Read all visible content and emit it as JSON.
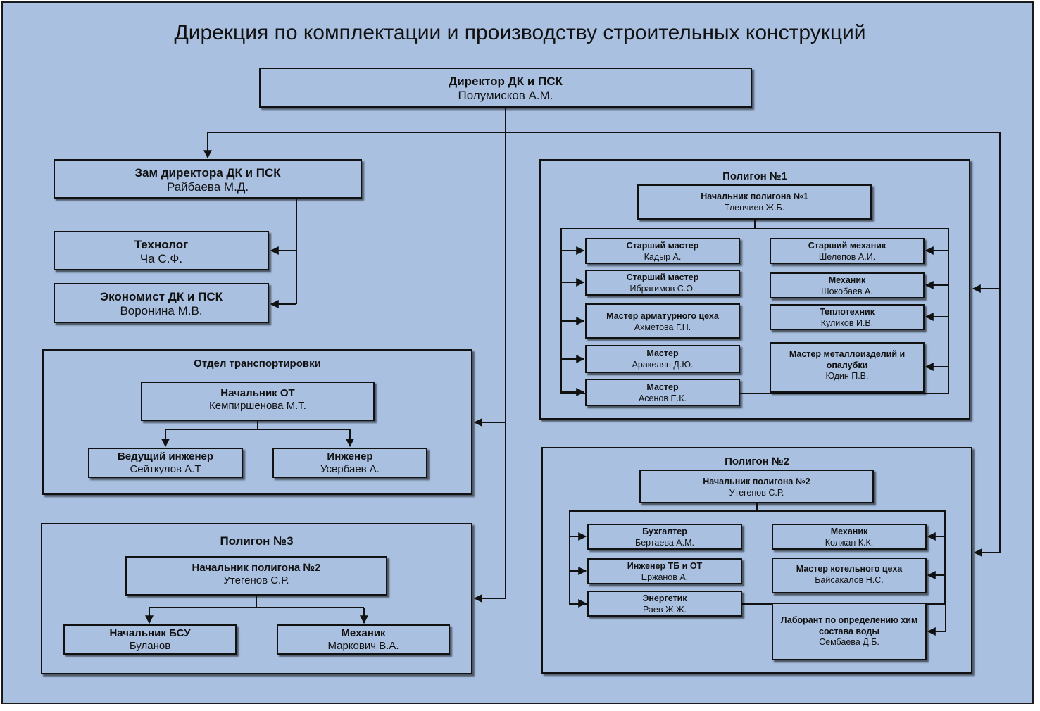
{
  "title": "Дирекция по комплектации и производству строительных конструкций",
  "director": {
    "role": "Директор ДК и ПСК",
    "name": "Полумисков А.М."
  },
  "deputy": {
    "role": "Зам директора ДК и ПСК",
    "name": "Райбаева М.Д."
  },
  "technologist": {
    "role": "Технолог",
    "name": "Ча С.Ф."
  },
  "economist": {
    "role": "Экономист ДК и ПСК",
    "name": "Воронина М.В."
  },
  "transport": {
    "title": "Отдел транспортировки",
    "head": {
      "role": "Начальник ОТ",
      "name": "Кемпиршенова М.Т."
    },
    "lead_engineer": {
      "role": "Ведущий инженер",
      "name": "Сейткулов А.Т"
    },
    "engineer": {
      "role": "Инженер",
      "name": "Усербаев А."
    }
  },
  "polygon3": {
    "title": "Полигон №3",
    "head": {
      "role": "Начальник полигона №2",
      "name": "Утегенов С.Р."
    },
    "bsu": {
      "role": "Начальник БСУ",
      "name": "Буланов"
    },
    "mechanic": {
      "role": "Механик",
      "name": "Маркович В.А."
    }
  },
  "polygon1": {
    "title": "Полигон №1",
    "head": {
      "role": "Начальник полигона №1",
      "name": "Тленчиев Ж.Б."
    },
    "left": [
      {
        "role": "Старший мастер",
        "name": "Кадыр А."
      },
      {
        "role": "Старший мастер",
        "name": "Ибрагимов С.О."
      },
      {
        "role": "Мастер арматурного цеха",
        "name": "Ахметова Г.Н."
      },
      {
        "role": "Мастер",
        "name": "Аракелян Д.Ю."
      },
      {
        "role": "Мастер",
        "name": "Асенов Е.К."
      }
    ],
    "right": [
      {
        "role": "Старший механик",
        "name": "Шелепов А.И."
      },
      {
        "role": "Механик",
        "name": "Шокобаев А."
      },
      {
        "role": "Теплотехник",
        "name": "Куликов И.В."
      },
      {
        "role": "Мастер металлоизделий и опалубки",
        "name": "Юдин П.В."
      }
    ]
  },
  "polygon2": {
    "title": "Полигон №2",
    "head": {
      "role": "Начальник полигона №2",
      "name": "Утегенов С.Р."
    },
    "left": [
      {
        "role": "Бухгалтер",
        "name": "Бертаева А.М."
      },
      {
        "role": "Инженер ТБ и ОТ",
        "name": "Ержанов А."
      },
      {
        "role": "Энергетик",
        "name": "Раев Ж.Ж."
      }
    ],
    "right": [
      {
        "role": "Механик",
        "name": "Колжан К.К."
      },
      {
        "role": "Мастер котельного цеха",
        "name": "Байсакалов Н.С."
      },
      {
        "role": "Лаборант по определению хим состава воды",
        "name": "Сембаева Д.Б."
      }
    ]
  },
  "colors": {
    "background": "#a9c0e1",
    "line": "#111111"
  }
}
